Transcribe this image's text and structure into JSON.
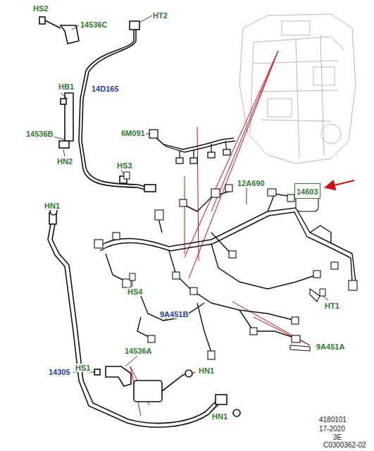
{
  "diagram": {
    "nodes": [
      {
        "text": [
          "14603"
        ]
      }
    ],
    "labels": [
      "HS2",
      "14536C",
      "HT2",
      "HB1",
      "14D165",
      "14536B",
      "HN2",
      "HS3",
      "6M091",
      "12A690",
      "HN1",
      "HS4",
      "9A451B",
      "HT1",
      "9A451A",
      "HS1",
      "14536A",
      "HN1",
      "14305",
      "HN1",
      "4180101",
      "17-2020",
      "3E",
      "C0300362-02"
    ]
  }
}
